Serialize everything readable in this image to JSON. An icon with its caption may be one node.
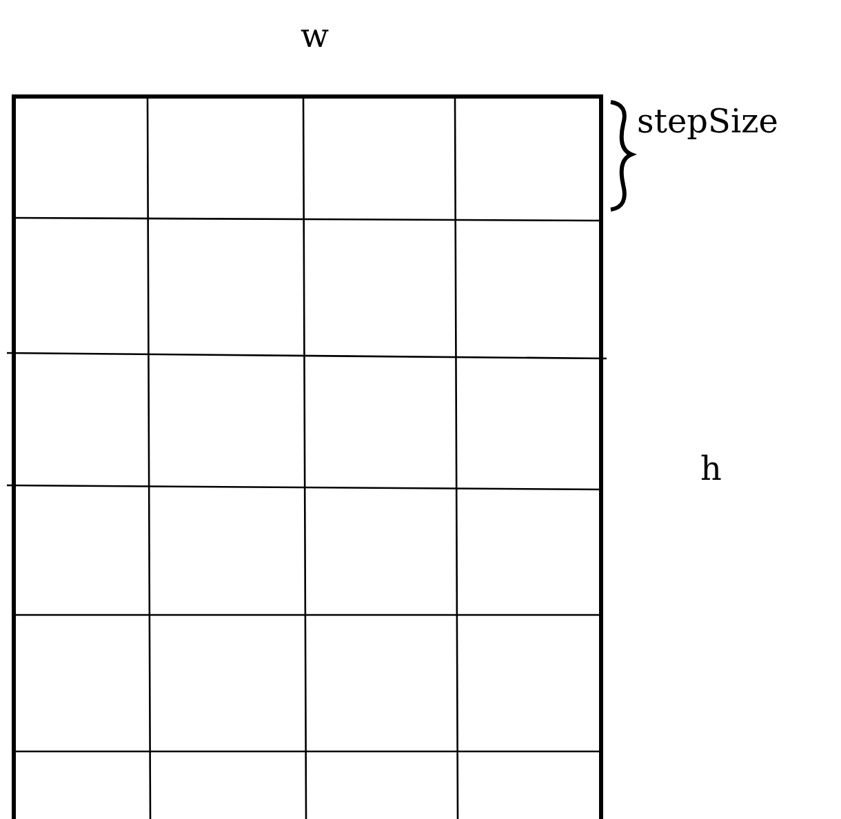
{
  "diagram": {
    "labels": [
      "w",
      "stepSize",
      "h"
    ]
  }
}
